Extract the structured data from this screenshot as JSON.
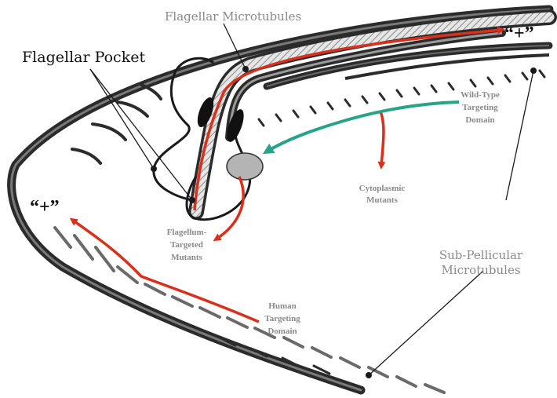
{
  "diagram": {
    "labels": {
      "flagellar_microtubules": "Flagellar Microtubules",
      "flagellar_pocket": "Flagellar Pocket",
      "plus_top": "“+”",
      "plus_left": "“+”",
      "wild_type_1": "Wild-Type",
      "wild_type_2": "Targeting",
      "wild_type_3": "Domain",
      "cytoplasmic_1": "Cytoplasmic",
      "cytoplasmic_2": "Mutants",
      "flagellum_targeted_1": "Flagellum-",
      "flagellum_targeted_2": "Targeted",
      "flagellum_targeted_3": "Mutants",
      "human_targeting_1": "Human",
      "human_targeting_2": "Targeting",
      "human_targeting_3": "Domain",
      "sub_pellicular_1": "Sub-Pellicular",
      "sub_pellicular_2": "Microtubules"
    },
    "colors": {
      "membrane": "#2b2b2b",
      "red_arrow": "#d8301c",
      "green_arrow": "#27a487",
      "label_gray": "#8a8a8a",
      "label_dark": "#111111",
      "nucleus_fill": "#b4b4b4"
    }
  }
}
